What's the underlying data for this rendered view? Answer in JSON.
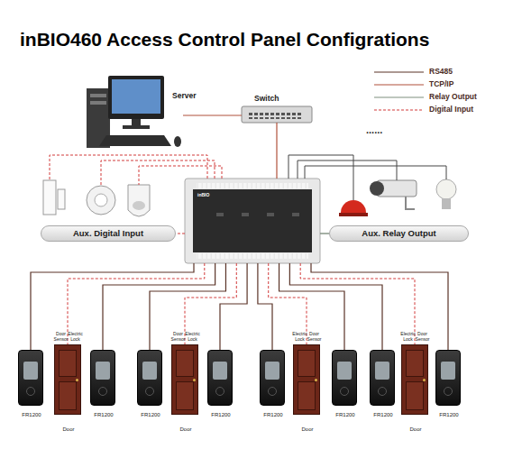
{
  "diagram": {
    "title": "inBIO460 Access Control Panel Configrations",
    "nodes": [
      {
        "text": [
          "Server"
        ]
      },
      {
        "text": [
          "Switch"
        ]
      },
      {
        "text": [
          "inBIO"
        ]
      },
      {
        "text": [
          "Aux. Digital Input"
        ]
      },
      {
        "text": [
          "Aux. Relay Output"
        ]
      },
      {
        "text": [
          "FR1200"
        ]
      },
      {
        "text": [
          "Door"
        ]
      },
      {
        "text": [
          "FR1200"
        ]
      },
      {
        "text": [
          "FR1200"
        ]
      },
      {
        "text": [
          "Door"
        ]
      },
      {
        "text": [
          "FR1200"
        ]
      },
      {
        "text": [
          "FR1200"
        ]
      },
      {
        "text": [
          "Door"
        ]
      },
      {
        "text": [
          "FR1200"
        ]
      },
      {
        "text": [
          "FR1200"
        ]
      },
      {
        "text": [
          "Door"
        ]
      },
      {
        "text": [
          "FR1200"
        ]
      }
    ],
    "edges": [
      {
        "from": 0,
        "to": 1,
        "arrow": "none"
      },
      {
        "from": 1,
        "to": 2,
        "arrow": "none"
      },
      {
        "from": 2,
        "to": 3,
        "arrow": "none"
      },
      {
        "from": 2,
        "to": 4,
        "arrow": "none"
      },
      {
        "from": 2,
        "to": 5,
        "arrow": "none"
      },
      {
        "from": 2,
        "to": 6,
        "arrow": "none"
      },
      {
        "from": 2,
        "to": 7,
        "arrow": "none"
      },
      {
        "from": 2,
        "to": 8,
        "arrow": "none"
      },
      {
        "from": 2,
        "to": 9,
        "arrow": "none"
      },
      {
        "from": 2,
        "to": 10,
        "arrow": "none"
      },
      {
        "from": 2,
        "to": 11,
        "arrow": "none"
      },
      {
        "from": 2,
        "to": 12,
        "arrow": "none"
      },
      {
        "from": 2,
        "to": 13,
        "arrow": "none"
      },
      {
        "from": 2,
        "to": 14,
        "arrow": "none"
      },
      {
        "from": 2,
        "to": 15,
        "arrow": "none"
      },
      {
        "from": 2,
        "to": 16,
        "arrow": "none"
      }
    ],
    "labels": [
      "......",
      "Door Sensor",
      "Electric Lock",
      "Door Sensor",
      "Electric Lock",
      "Electric Lock",
      "Door Sensor",
      "Electric Lock",
      "Door Sensor"
    ],
    "legend": [
      {
        "text": "RS485"
      },
      {
        "text": "TCP/IP"
      },
      {
        "text": "Relay Output"
      },
      {
        "text": "Digital Input"
      }
    ]
  }
}
